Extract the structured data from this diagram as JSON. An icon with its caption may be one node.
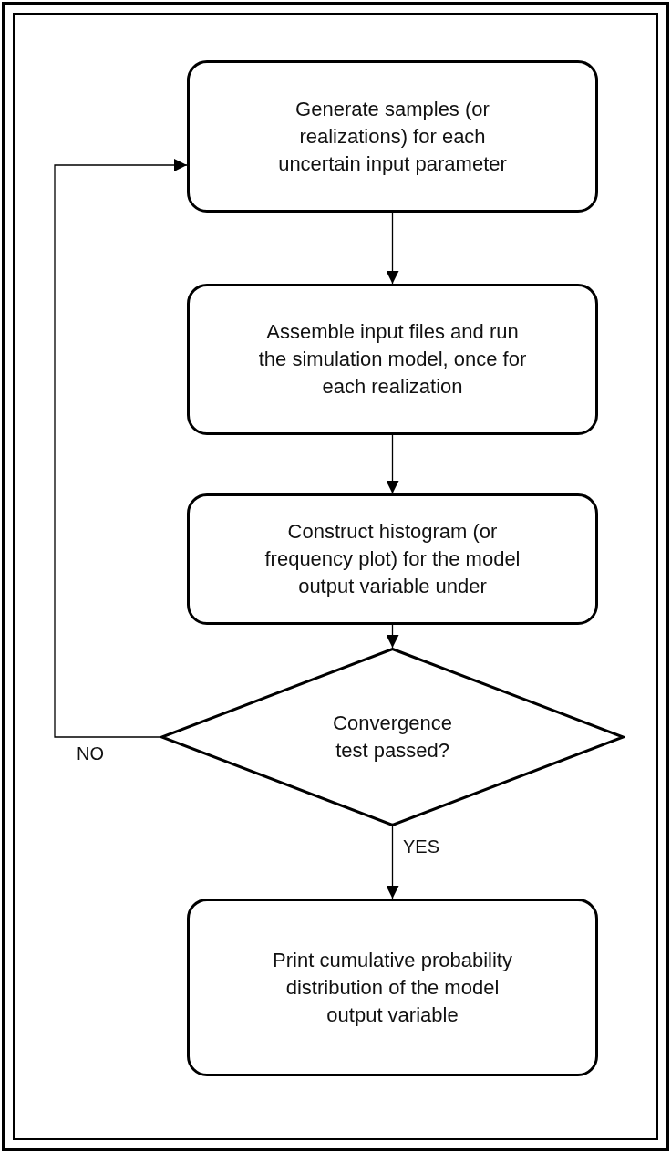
{
  "diagram": {
    "nodes": [
      {
        "text": [
          "Generate samples (or realizations) for each uncertain input parameter"
        ]
      },
      {
        "text": [
          "Assemble input files and run the simulation model, once for each realization"
        ]
      },
      {
        "text": [
          "Construct histogram (or frequency plot) for the model output variable under"
        ]
      },
      {
        "text": [
          "Convergence test passed?"
        ]
      },
      {
        "text": [
          "Print cumulative probability distribution of the model output variable"
        ]
      }
    ],
    "edges": [
      {
        "from": 0,
        "to": 1,
        "arrow": "to"
      },
      {
        "from": 1,
        "to": 2,
        "arrow": "to"
      },
      {
        "from": 2,
        "to": 3,
        "arrow": "to"
      },
      {
        "from": 3,
        "to": 4,
        "arrow": "to",
        "label": "YES"
      },
      {
        "from": 3,
        "to": 0,
        "arrow": "to",
        "label": "NO"
      }
    ]
  }
}
